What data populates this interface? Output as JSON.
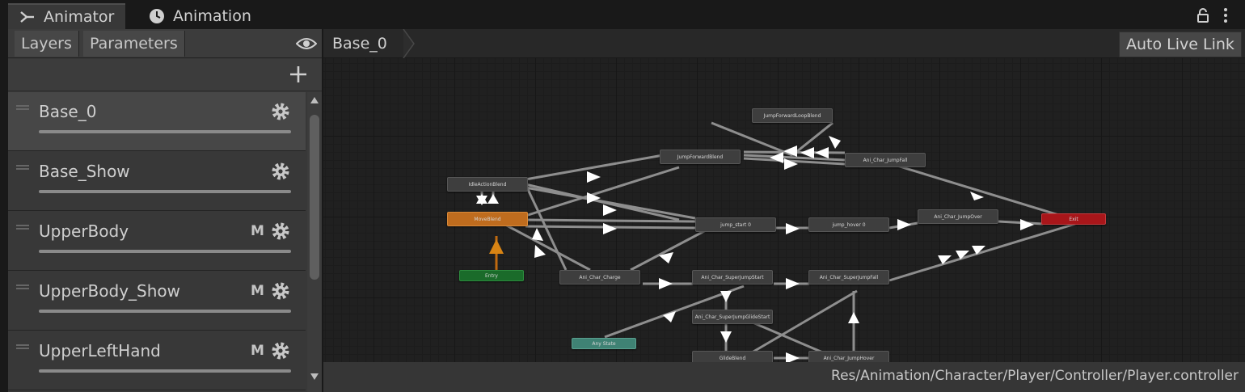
{
  "tabs": [
    {
      "label": "Animator",
      "icon": "animator-icon",
      "active": true
    },
    {
      "label": "Animation",
      "icon": "clock-icon",
      "active": false
    }
  ],
  "left_panel": {
    "tabs": [
      "Layers",
      "Parameters"
    ],
    "layers": [
      {
        "name": "Base_0",
        "mask": "",
        "selected": true
      },
      {
        "name": "Base_Show",
        "mask": "",
        "selected": false
      },
      {
        "name": "UpperBody",
        "mask": "M",
        "selected": false
      },
      {
        "name": "UpperBody_Show",
        "mask": "M",
        "selected": false
      },
      {
        "name": "UpperLeftHand",
        "mask": "M",
        "selected": false
      }
    ]
  },
  "graph": {
    "breadcrumb": "Base_0",
    "auto_live_link_label": "Auto Live Link",
    "controller_path": "Res/Animation/Character/Player/Controller/Player.controller",
    "states": {
      "jump_forward_loop_blend": "JumpForwardLoopBlend",
      "jump_forward_blend": "JumpForwardBlend",
      "jump_fall": "Ani_Char_JumpFall",
      "idle_action_blend": "IdleActionBlend",
      "move_blend": "MoveBlend",
      "jump_start": "jump_start 0",
      "jump_hover": "jump_hover 0",
      "jump_over": "Ani_Char_JumpOver",
      "exit": "Exit",
      "entry": "Entry",
      "charge": "Ani_Char_Charge",
      "super_jump_start": "Ani_Char_SuperJumpStart",
      "super_jump_fall": "Ani_Char_SuperJumpFall",
      "super_jump_glide_start": "Ani_Char_SuperJumpGlideStart",
      "any_state": "Any State",
      "glide_blend": "GlideBlend",
      "jump_hover_char": "Ani_Char_JumpHover"
    }
  },
  "colors": {
    "default_state": "#3e3e3e",
    "default_state_node": "#bf6c1e",
    "entry_node": "#1a6b2a",
    "any_state_node": "#3f8274",
    "exit_node": "#a8161a"
  }
}
